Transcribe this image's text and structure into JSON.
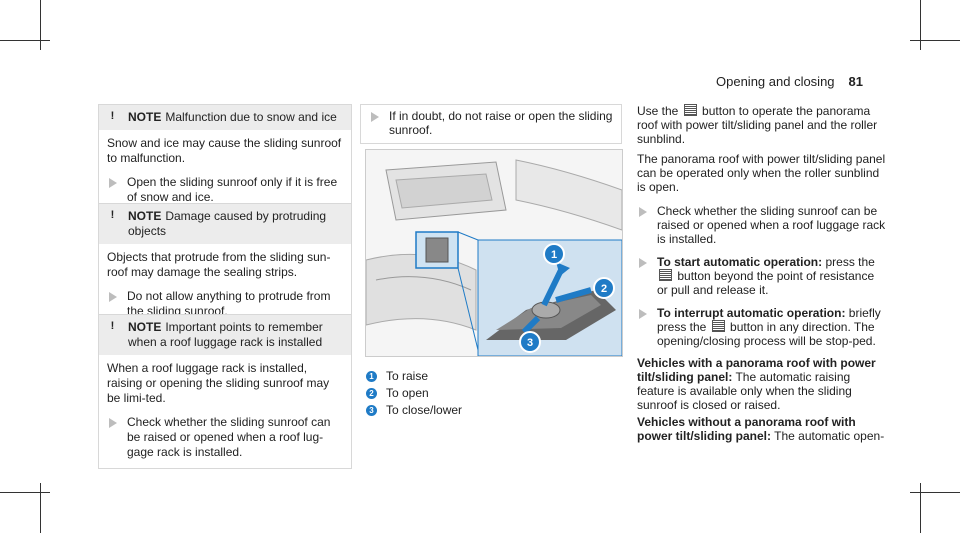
{
  "header": {
    "title": "Opening and closing",
    "page": "81"
  },
  "notes": [
    {
      "label": "NOTE",
      "title": "Malfunction due to snow and ice",
      "body": "Snow and ice may cause the sliding sunroof to malfunction.",
      "step": "Open the sliding sunroof only if it is free of snow and ice."
    },
    {
      "label": "NOTE",
      "title": "Damage caused by protruding objects",
      "body": "Objects that protrude from the sliding sun-roof may damage the sealing strips.",
      "step": "Do not allow anything to protrude from the sliding sunroof."
    },
    {
      "label": "NOTE",
      "title": "Important points to remember when a roof luggage rack is installed",
      "body": "When a roof luggage rack is installed, raising or opening the sliding sunroof may be limi-ted.",
      "step": "Check whether the sliding sunroof can be raised or opened when a roof lug-gage rack is installed."
    }
  ],
  "middle": {
    "tip": "If in doubt, do not raise or open the sliding sunroof.",
    "legend": [
      {
        "num": "1",
        "text": "To raise"
      },
      {
        "num": "2",
        "text": "To open"
      },
      {
        "num": "3",
        "text": "To close/lower"
      }
    ]
  },
  "right": {
    "intro_a": "Use the",
    "intro_b": "button to operate the panorama roof with power tilt/sliding panel and the roller sunblind.",
    "para2": "The panorama roof with power tilt/sliding panel can be operated only when the roller sunblind is open.",
    "step1": "Check whether the sliding sunroof can be raised or opened when a roof luggage rack is installed.",
    "step2_bold": "To start automatic operation:",
    "step2_a": "press the",
    "step2_b": "button beyond the point of resistance or pull and release it.",
    "step3_bold": "To interrupt automatic operation:",
    "step3_a": "briefly press the",
    "step3_b": "button in any direction. The opening/closing process will be stop-ped.",
    "para3_bold": "Vehicles with a panorama roof with power tilt/sliding panel:",
    "para3": "The automatic raising feature is available only when the sliding sunroof is closed or raised.",
    "para4_bold": "Vehicles without a panorama roof with power tilt/sliding panel:",
    "para4": "The automatic open-"
  },
  "colors": {
    "accent": "#1f7bc6",
    "note_bg": "#ececec"
  }
}
